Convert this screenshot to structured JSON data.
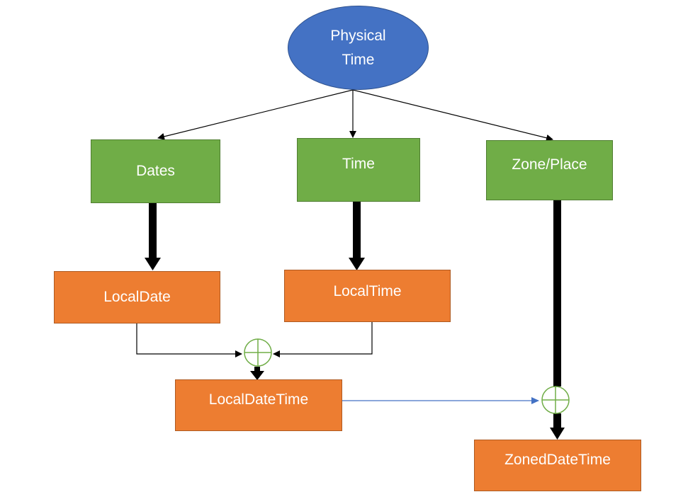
{
  "diagram": {
    "nodes": {
      "physical_time": {
        "line1": "Physical",
        "line2": "Time"
      },
      "dates": "Dates",
      "time": "Time",
      "zone_place": "Zone/Place",
      "local_date": "LocalDate",
      "local_time": "LocalTime",
      "local_date_time": "LocalDateTime",
      "zoned_date_time": "ZonedDateTime"
    },
    "colors": {
      "root": "#4472c4",
      "category": "#70ad47",
      "type": "#ed7d31",
      "combine_symbol": "#70ad47",
      "zone_link": "#4472c4",
      "arrow": "#000000"
    },
    "edges": [
      {
        "from": "physical_time",
        "to": "dates"
      },
      {
        "from": "physical_time",
        "to": "time"
      },
      {
        "from": "physical_time",
        "to": "zone_place"
      },
      {
        "from": "dates",
        "to": "local_date"
      },
      {
        "from": "time",
        "to": "local_time"
      },
      {
        "from": "local_date",
        "to": "combine_1"
      },
      {
        "from": "local_time",
        "to": "combine_1"
      },
      {
        "from": "combine_1",
        "to": "local_date_time"
      },
      {
        "from": "local_date_time",
        "to": "combine_2"
      },
      {
        "from": "zone_place",
        "to": "combine_2"
      },
      {
        "from": "combine_2",
        "to": "zoned_date_time"
      }
    ],
    "combine_symbols": [
      "circled-plus-icon",
      "circled-plus-icon"
    ]
  }
}
